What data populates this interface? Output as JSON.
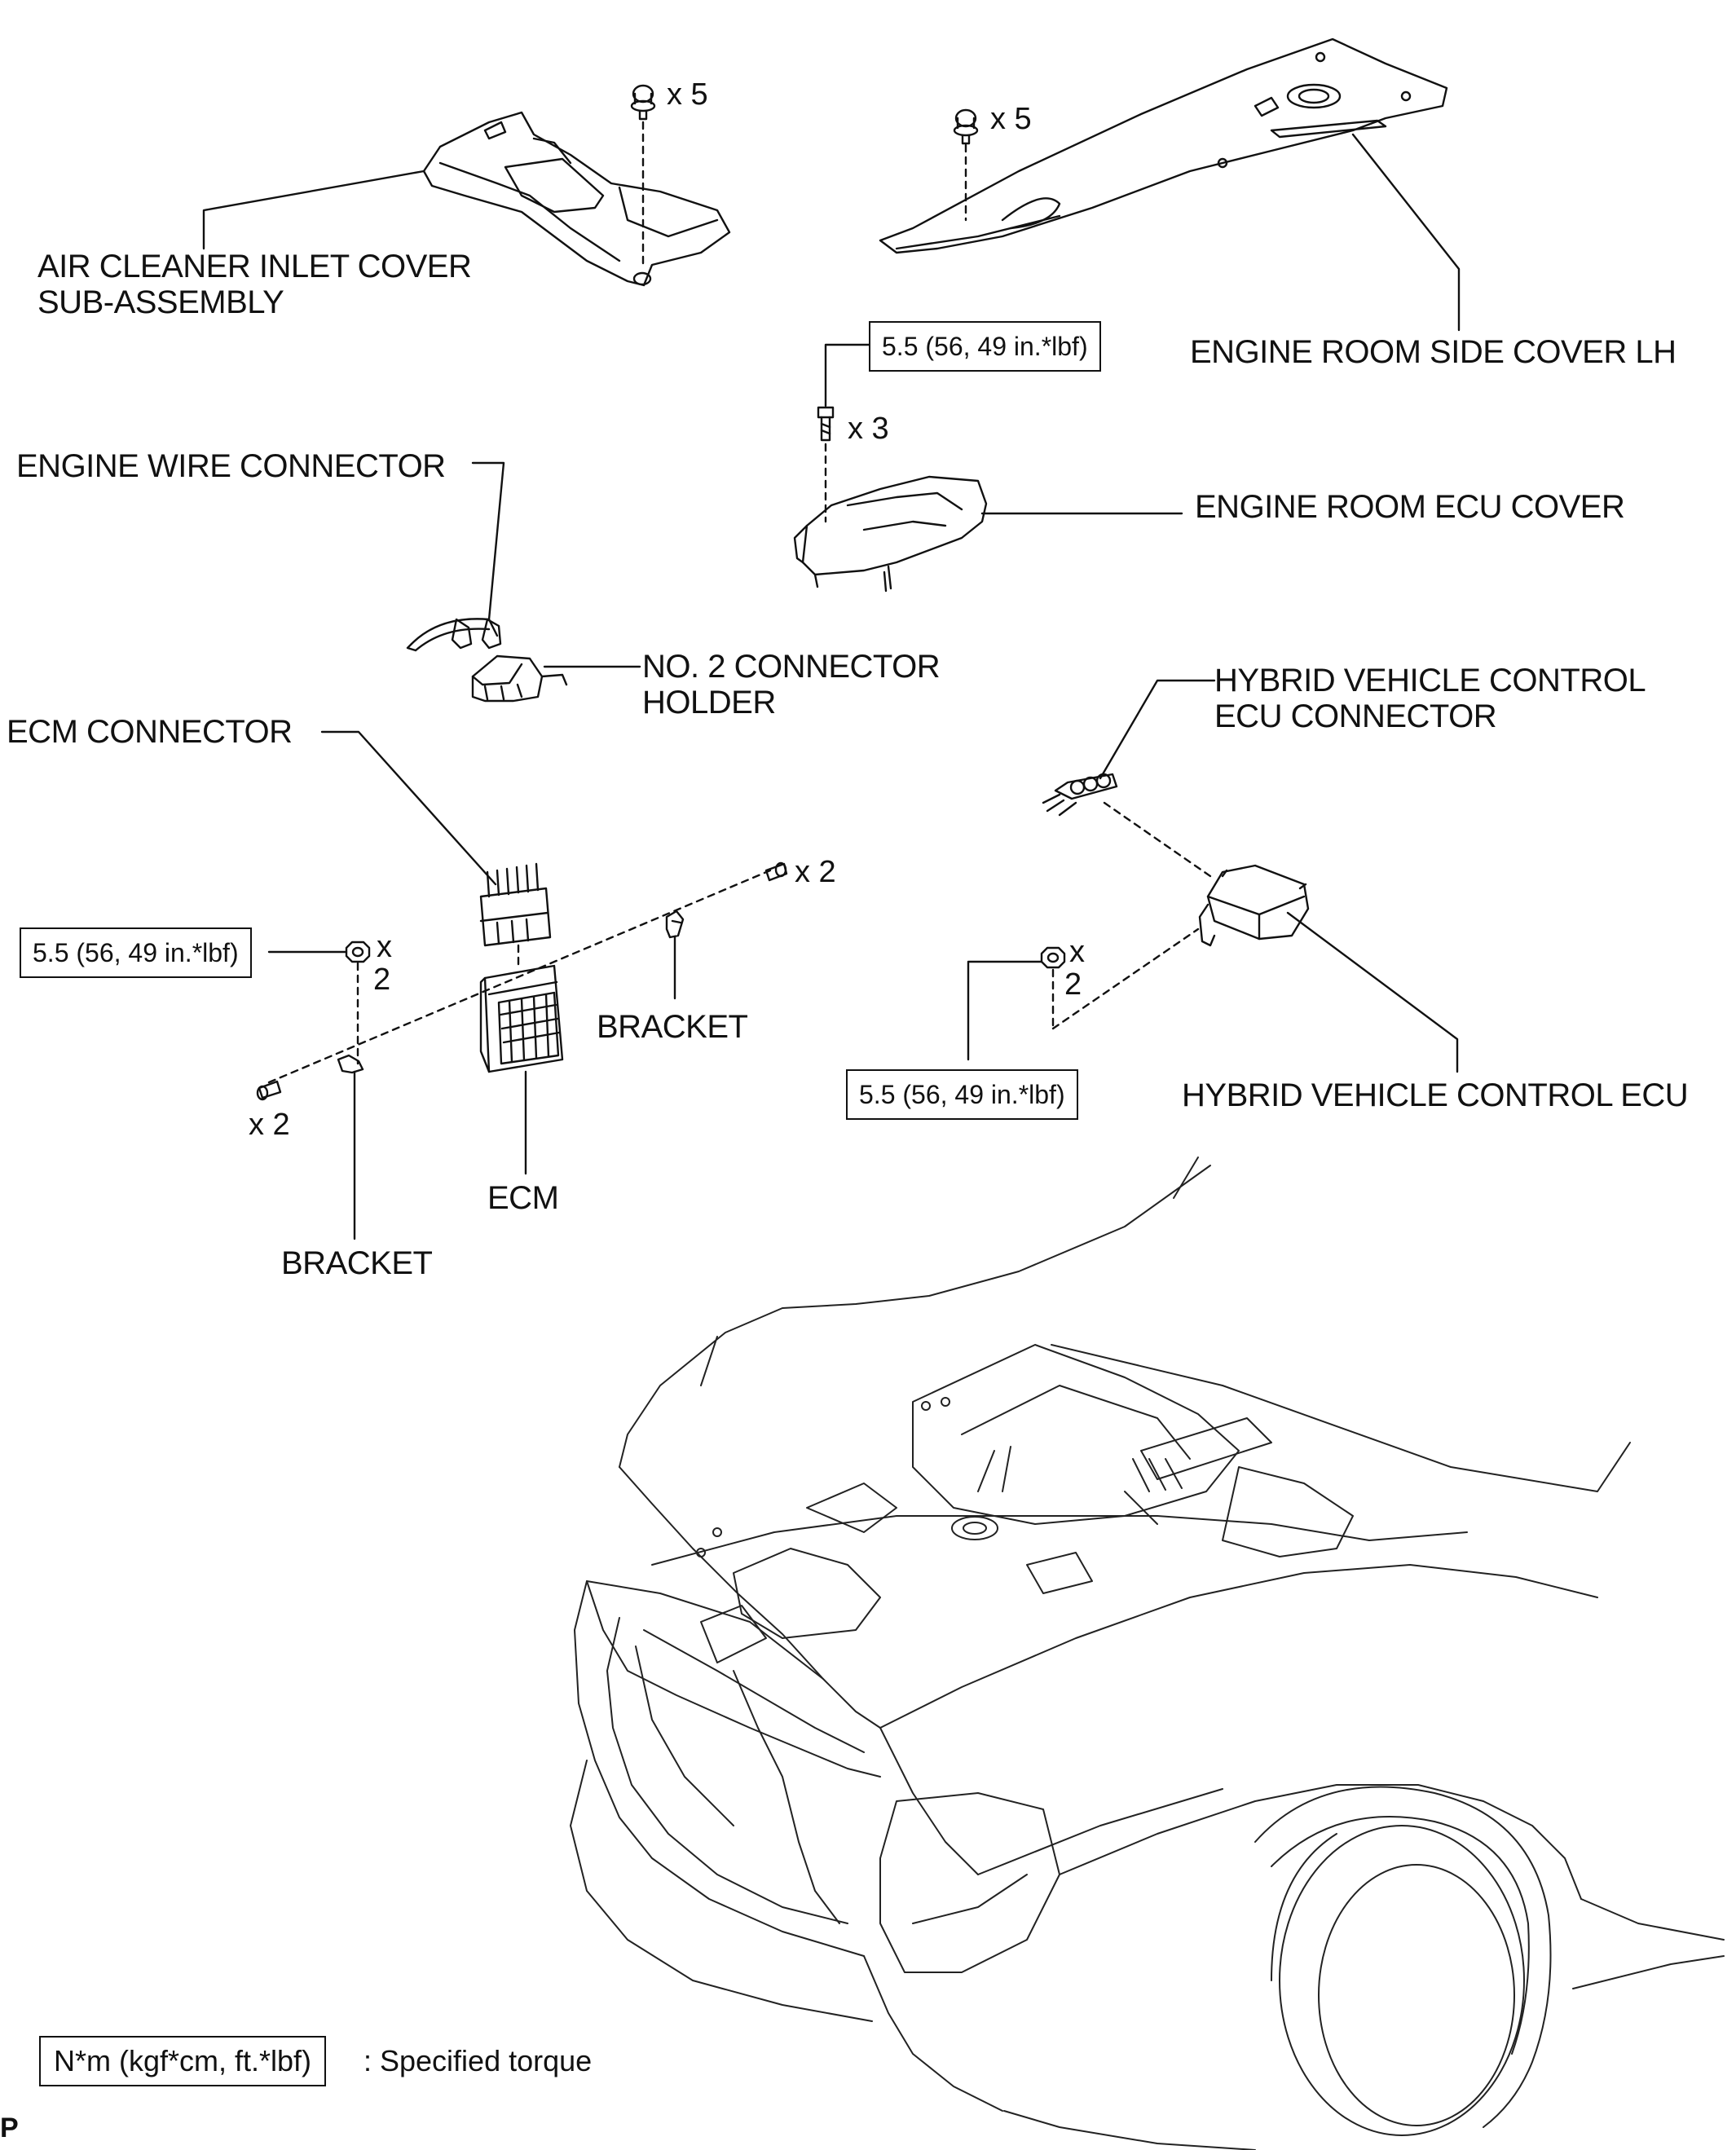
{
  "labels": {
    "air_cleaner_cover": [
      "AIR CLEANER INLET COVER",
      "SUB-ASSEMBLY"
    ],
    "engine_room_side_cover": "ENGINE ROOM SIDE COVER LH",
    "engine_wire_connector": "ENGINE WIRE CONNECTOR",
    "engine_room_ecu_cover": "ENGINE ROOM ECU COVER",
    "no2_connector_holder": [
      "NO. 2 CONNECTOR",
      "HOLDER"
    ],
    "hv_control_ecu_connector": [
      "HYBRID VEHICLE CONTROL",
      "ECU CONNECTOR"
    ],
    "ecm_connector": "ECM CONNECTOR",
    "bracket_right": "BRACKET",
    "bracket_left": "BRACKET",
    "ecm": "ECM",
    "hv_control_ecu": "HYBRID VEHICLE CONTROL  ECU"
  },
  "quantities": {
    "air_cleaner_clips": "x 5",
    "side_cover_clips": "x 5",
    "ecu_cover_bolts": "x 3",
    "ecm_bolts_right": "x 2",
    "ecm_nuts_x": "x",
    "ecm_nuts_n": "2",
    "ecm_bolts_left": "x 2",
    "hv_nuts_x": "x",
    "hv_nuts_n": "2"
  },
  "torques": {
    "ecu_cover": "5.5 (56, 49 in.*lbf)",
    "ecm_nut": "5.5 (56, 49 in.*lbf)",
    "hv_ecu_nut": "5.5 (56, 49 in.*lbf)"
  },
  "legend": {
    "box": "N*m (kgf*cm, ft.*lbf)",
    "text": ": Specified torque"
  },
  "corner_mark": "P"
}
